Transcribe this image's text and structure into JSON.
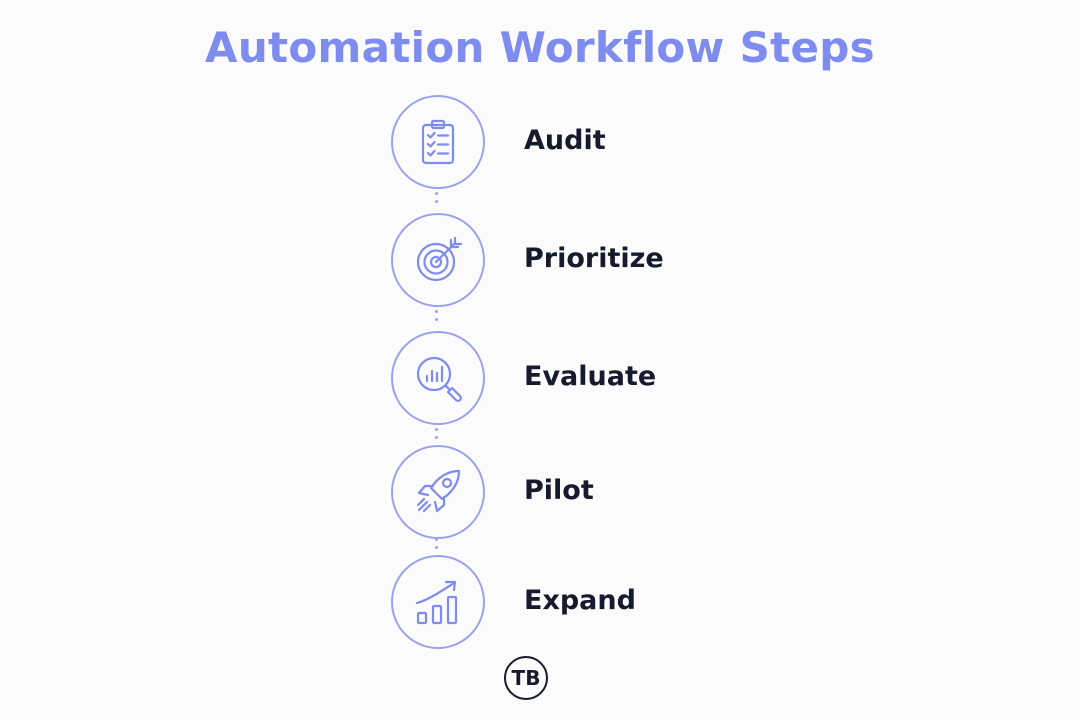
{
  "title": "Automation Workflow Steps",
  "colors": {
    "title": "#7e8cf0",
    "icon": "#7e8cf0",
    "circle_border": "#9aa2ec",
    "label": "#151a2c",
    "background": "#fbfbfb"
  },
  "steps": [
    {
      "label": "Audit",
      "icon": "clipboard-checklist-icon"
    },
    {
      "label": "Prioritize",
      "icon": "target-arrow-icon"
    },
    {
      "label": "Evaluate",
      "icon": "magnifier-chart-icon"
    },
    {
      "label": "Pilot",
      "icon": "rocket-icon"
    },
    {
      "label": "Expand",
      "icon": "growth-chart-icon"
    }
  ],
  "logo": {
    "text": "TB",
    "icon": "tb-logo-icon"
  }
}
